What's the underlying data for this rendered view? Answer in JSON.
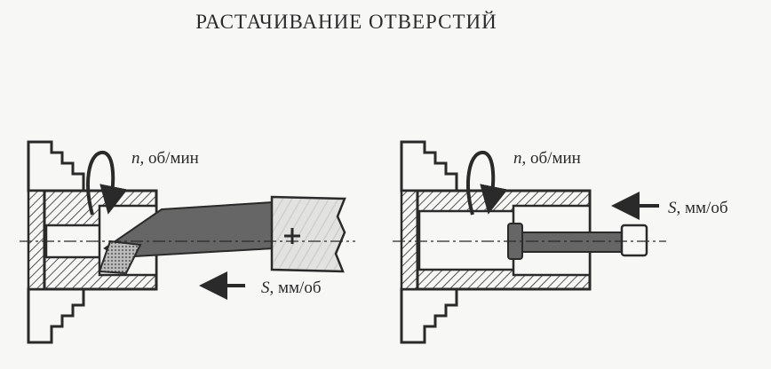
{
  "title": "РАСТАЧИВАНИЕ ОТВЕРСТИЙ",
  "left": {
    "rotation": {
      "symbol": "n",
      "unit": ", об/мин"
    },
    "feed": {
      "symbol": "S",
      "unit": ", мм/об"
    }
  },
  "right": {
    "rotation": {
      "symbol": "n",
      "unit": ", об/мин"
    },
    "feed": {
      "symbol": "S",
      "unit": ", мм/об"
    }
  },
  "colors": {
    "ink": "#2a2a2a",
    "tool": "#666666",
    "paper": "#f7f7f5"
  }
}
